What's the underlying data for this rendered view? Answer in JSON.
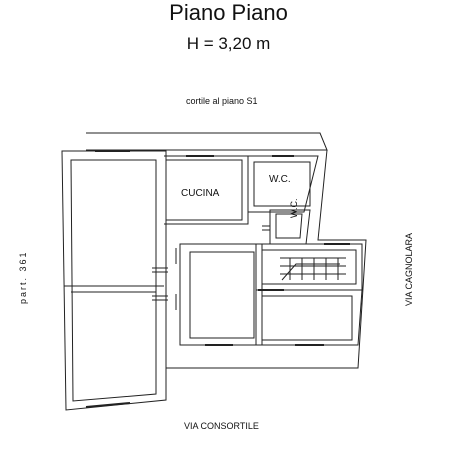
{
  "header": {
    "title": "Piano Piano",
    "height": "H = 3,20 m"
  },
  "labels": {
    "cortile": "cortile al piano S1",
    "cucina": "CUCINA",
    "wc_upper": "W.C.",
    "wc_lower": "W.C.",
    "via_consortile": "VIA CONSORTILE",
    "via_cagnolara": "VIA CAGNOLARA",
    "particella": "part. 361"
  }
}
